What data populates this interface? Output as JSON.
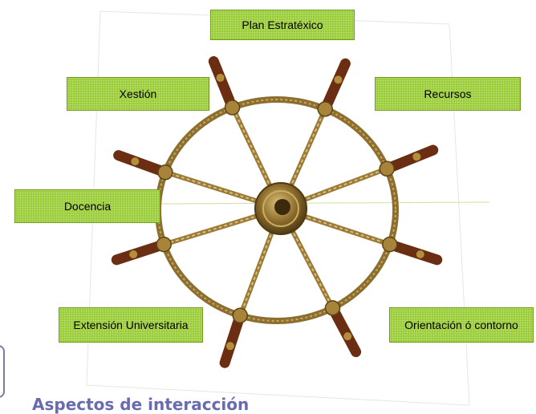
{
  "diagram": {
    "center_image": "ship-steering-wheel",
    "labels": {
      "plan": "Plan Estratéxico",
      "xestion": "Xestión",
      "recursos": "Recursos",
      "docencia": "Docencia",
      "extension": "Extensión Universitaria",
      "orientacion": "Orientación ó contorno"
    }
  },
  "footer": {
    "title": "Aspectos de interacción"
  },
  "colors": {
    "label_fill": "#99cc33",
    "footer_text": "#6a6ab0",
    "wheel_brass": "#9a7a36",
    "handle_wood": "#6b2e12"
  }
}
